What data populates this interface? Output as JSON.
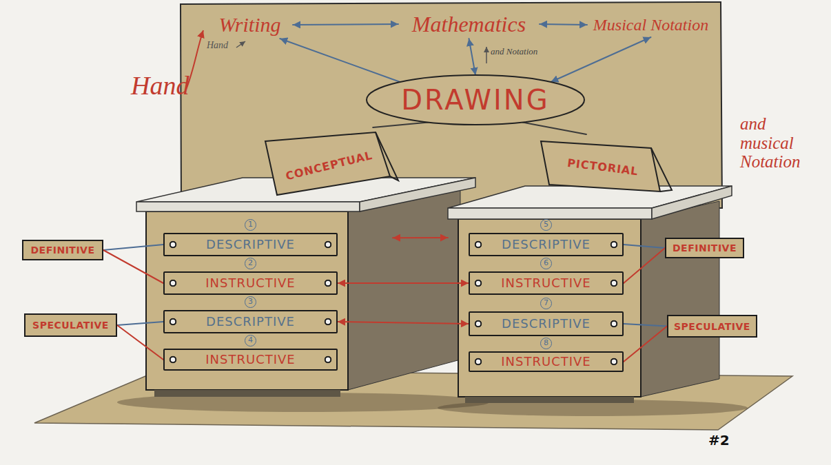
{
  "diagram": {
    "nodes": [
      {
        "text": [
          "Writing"
        ]
      },
      {
        "text": [
          "Mathematics"
        ]
      },
      {
        "text": [
          "Musical Notation"
        ]
      },
      {
        "text": [
          "DRAWING"
        ]
      },
      {
        "text": [
          "DEFINITIVE"
        ]
      },
      {
        "text": [
          "SPECULATIVE"
        ]
      },
      {
        "text": [
          "CONCEPTUAL"
        ]
      },
      {
        "text": [
          "1",
          "DESCRIPTIVE"
        ],
        "in": 6
      },
      {
        "text": [
          "2",
          "INSTRUCTIVE"
        ],
        "in": 6
      },
      {
        "text": [
          "3",
          "DESCRIPTIVE"
        ],
        "in": 6
      },
      {
        "text": [
          "4",
          "INSTRUCTIVE"
        ],
        "in": 6
      },
      {
        "text": [
          "PICTORIAL"
        ]
      },
      {
        "text": [
          "5",
          "DESCRIPTIVE"
        ],
        "in": 11
      },
      {
        "text": [
          "6",
          "INSTRUCTIVE"
        ],
        "in": 11
      },
      {
        "text": [
          "7",
          "DESCRIPTIVE"
        ],
        "in": 11
      },
      {
        "text": [
          "8",
          "INSTRUCTIVE"
        ],
        "in": 11
      },
      {
        "text": [
          "DEFINITIVE"
        ]
      },
      {
        "text": [
          "SPECULATIVE"
        ]
      }
    ],
    "edges": [
      {
        "from": 0,
        "to": 1,
        "arrow": "both"
      },
      {
        "from": 1,
        "to": 2,
        "arrow": "both"
      },
      {
        "from": 3,
        "to": 0,
        "arrow": "to"
      },
      {
        "from": 1,
        "to": 3,
        "arrow": "both"
      },
      {
        "from": 3,
        "to": 2,
        "arrow": "both"
      },
      {
        "from": 3,
        "to": 6,
        "arrow": "none"
      },
      {
        "from": 3,
        "to": 11,
        "arrow": "none"
      },
      {
        "from": 6,
        "to": 11,
        "arrow": "both"
      },
      {
        "from": 8,
        "to": 13,
        "arrow": "both"
      },
      {
        "from": 9,
        "to": 14,
        "arrow": "both"
      },
      {
        "from": 4,
        "to": 7,
        "arrow": "none"
      },
      {
        "from": 4,
        "to": 8,
        "arrow": "none"
      },
      {
        "from": 5,
        "to": 9,
        "arrow": "none"
      },
      {
        "from": 5,
        "to": 10,
        "arrow": "none"
      },
      {
        "from": 16,
        "to": 12,
        "arrow": "none"
      },
      {
        "from": 16,
        "to": 13,
        "arrow": "none"
      },
      {
        "from": 17,
        "to": 14,
        "arrow": "none"
      },
      {
        "from": 17,
        "to": 15,
        "arrow": "none"
      }
    ],
    "labels": [
      "Hand",
      "Hand",
      "and Notation",
      "and musical Notation",
      "#2"
    ]
  }
}
